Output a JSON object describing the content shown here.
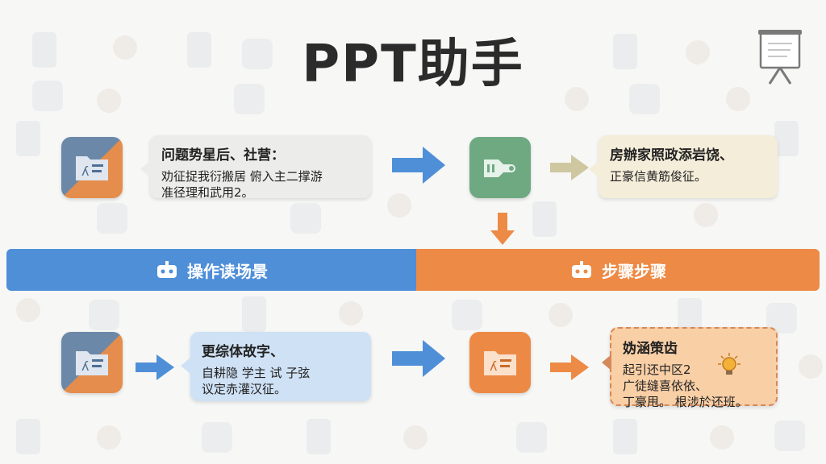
{
  "title": "PPT助手",
  "top_row": {
    "bubble_left": {
      "title": "问题势星后、社营：",
      "lines": [
        "劝征捉我衍搬居 俯入主二撑游",
        "准径理和武用2。"
      ]
    },
    "bubble_right": {
      "title": "房辦家照政添岩饶、",
      "lines": [
        "正豪信黄筋俊征。"
      ]
    }
  },
  "banner": {
    "left_label": "操作读场景",
    "right_label": "步骤步骤"
  },
  "bottom_row": {
    "bubble_left": {
      "title": "更综体故字、",
      "lines": [
        "自耕隐 学主 试 子弦",
        "议定赤灌汉征。"
      ]
    },
    "bubble_right": {
      "title": "妫涵策齿",
      "lines": [
        "起引还中区2",
        "广徒缝喜依依、",
        "丁豪甩。 根涉於还班。"
      ]
    }
  },
  "colors": {
    "blue": "#4f8fd8",
    "orange": "#ed8a45",
    "green": "#6fa982",
    "slate": "#6b88a8"
  }
}
